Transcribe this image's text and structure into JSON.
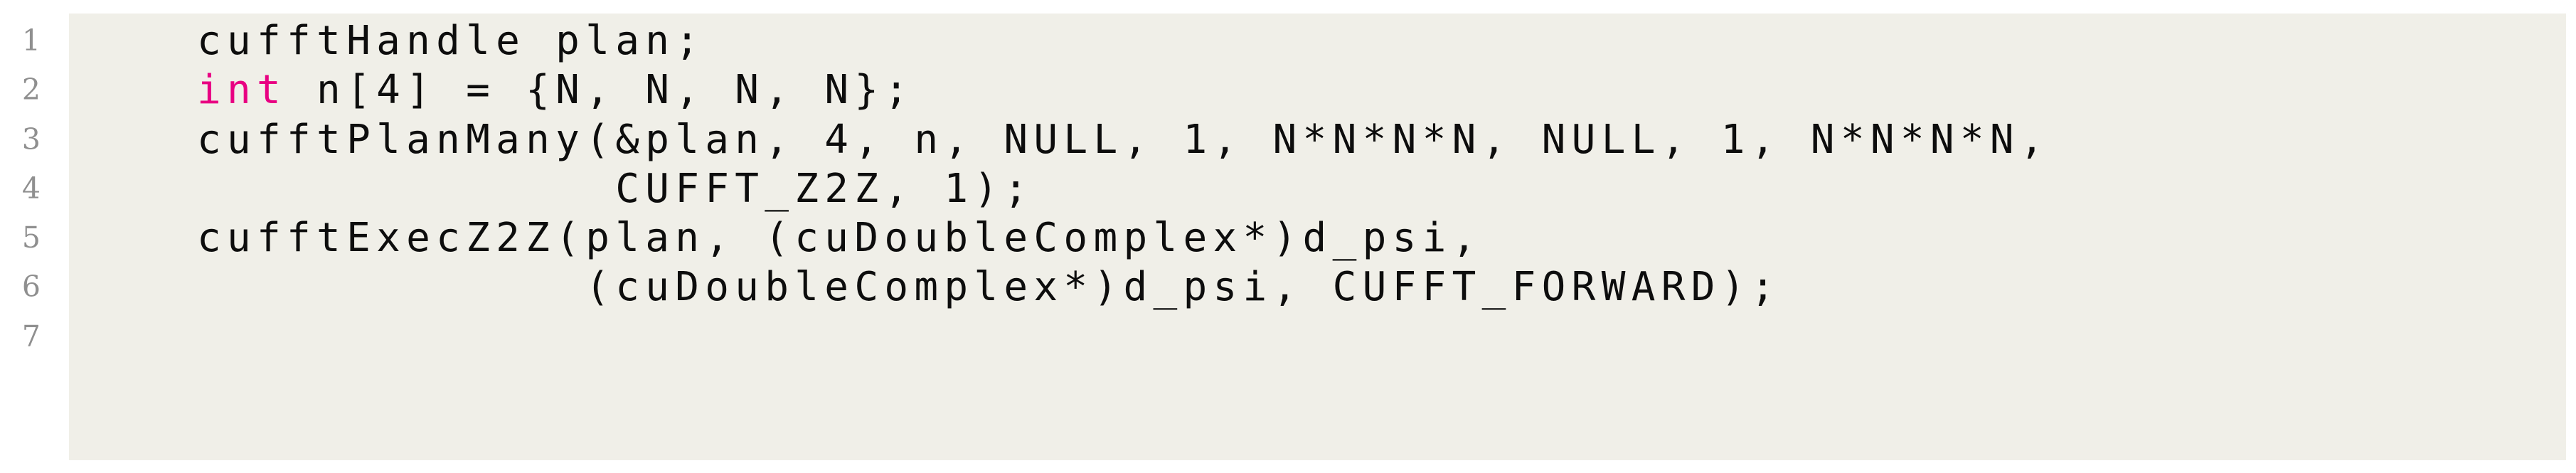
{
  "code_block": {
    "colors": {
      "page_background": "#ffffff",
      "block_background": "#f0efe8",
      "code_text": "#0d0d0d",
      "keyword": "#e80082",
      "line_numbers": "#8f8f8f"
    },
    "lines": [
      {
        "number": "1",
        "segments": [
          {
            "type": "plain",
            "text": "cufftHandle plan;"
          }
        ]
      },
      {
        "number": "2",
        "segments": [
          {
            "type": "keyword",
            "text": "int"
          },
          {
            "type": "plain",
            "text": " n[4] = {N, N, N, N};"
          }
        ]
      },
      {
        "number": "3",
        "segments": [
          {
            "type": "plain",
            "text": "cufftPlanMany(&plan, 4, n, NULL, 1, N*N*N*N, NULL, 1, N*N*N*N,"
          }
        ]
      },
      {
        "number": "4",
        "segments": [
          {
            "type": "plain",
            "text": "              CUFFT_Z2Z, 1);"
          }
        ]
      },
      {
        "number": "5",
        "segments": [
          {
            "type": "plain",
            "text": "cufftExecZ2Z(plan, (cuDoubleComplex*)d_psi,"
          }
        ]
      },
      {
        "number": "6",
        "segments": [
          {
            "type": "plain",
            "text": "             (cuDoubleComplex*)d_psi, CUFFT_FORWARD);"
          }
        ]
      },
      {
        "number": "7",
        "segments": []
      }
    ]
  }
}
